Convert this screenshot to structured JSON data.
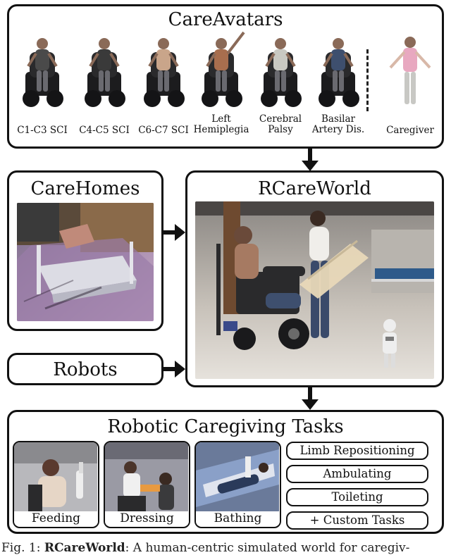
{
  "careavatars": {
    "title": "CareAvatars",
    "avatars": [
      {
        "label": "C1-C3 SCI",
        "shirt": "#4a4a4a"
      },
      {
        "label": "C4-C5 SCI",
        "shirt": "#3a3a3a"
      },
      {
        "label": "C6-C7 SCI",
        "shirt": "#c9a58a"
      },
      {
        "label": "Left Hemiplegia",
        "shirt": "#a86e4e"
      },
      {
        "label": "Cerebral Palsy",
        "shirt": "#c9c9c2"
      },
      {
        "label": "Basilar Artery Dis.",
        "shirt": "#3e4f6e"
      },
      {
        "label": "Caregiver",
        "shirt": "#e8a8c0"
      }
    ]
  },
  "carehomes": {
    "title": "CareHomes"
  },
  "rcareworld": {
    "title": "RCareWorld"
  },
  "robots": {
    "title": "Robots"
  },
  "tasks": {
    "title": "Robotic Caregiving Tasks",
    "image_tasks": [
      "Feeding",
      "Dressing",
      "Bathing"
    ],
    "list_tasks": [
      "Limb Repositioning",
      "Ambulating",
      "Toileting",
      "+ Custom Tasks"
    ]
  },
  "caption": {
    "prefix": "Fig. 1: ",
    "name": "RCareWorld",
    "text": ": A human-centric simulated world for caregiv-"
  },
  "colors": {
    "border": "#111111",
    "background": "#ffffff"
  }
}
